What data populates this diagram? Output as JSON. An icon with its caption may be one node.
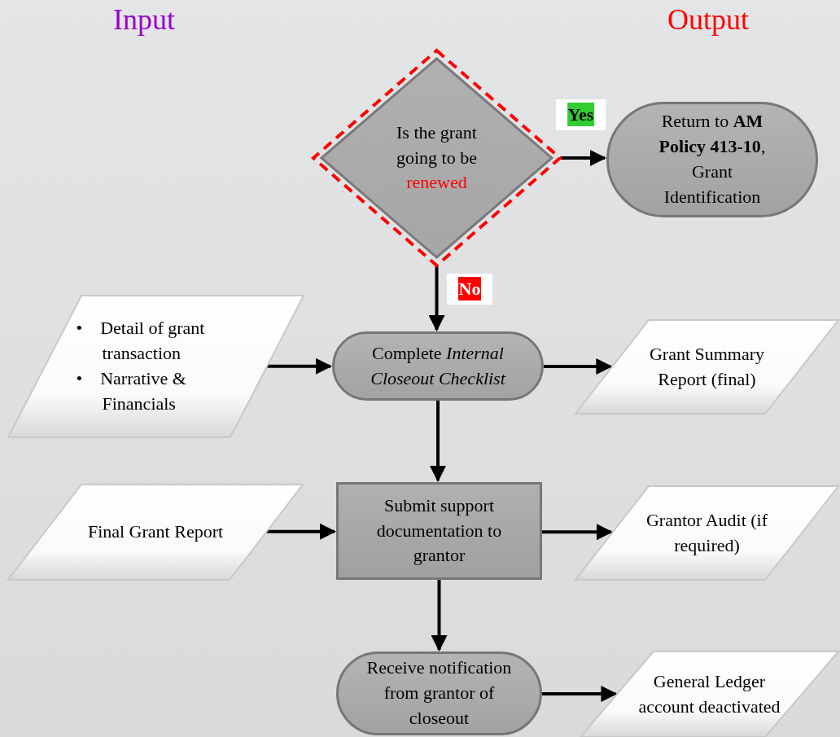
{
  "diagram": {
    "nodes": [
      {
        "text": [
          "Is the grant going to be renewed"
        ]
      },
      {
        "text": [
          "Return to **AM Policy 413-10**, Grant Identification"
        ]
      },
      {
        "text": [
          "• Detail of grant transaction",
          "• Narrative & Financials"
        ]
      },
      {
        "text": [
          "Complete *Internal Closeout Checklist*"
        ]
      },
      {
        "text": [
          "Grant Summary Report (final)"
        ]
      },
      {
        "text": [
          "Final Grant Report"
        ]
      },
      {
        "text": [
          "Submit support documentation to grantor"
        ]
      },
      {
        "text": [
          "Grantor Audit (if required)"
        ]
      },
      {
        "text": [
          "Receive notification from grantor of closeout"
        ]
      },
      {
        "text": [
          "General Ledger account deactivated"
        ]
      }
    ],
    "edges": [
      {
        "from": 0,
        "to": 1,
        "arrow": "to",
        "label": "Yes"
      },
      {
        "from": 0,
        "to": 3,
        "arrow": "to",
        "label": "No"
      },
      {
        "from": 2,
        "to": 3,
        "arrow": "to"
      },
      {
        "from": 3,
        "to": 4,
        "arrow": "to"
      },
      {
        "from": 3,
        "to": 6,
        "arrow": "to"
      },
      {
        "from": 5,
        "to": 6,
        "arrow": "to"
      },
      {
        "from": 6,
        "to": 7,
        "arrow": "to"
      },
      {
        "from": 6,
        "to": 8,
        "arrow": "to"
      },
      {
        "from": 8,
        "to": 9,
        "arrow": "to"
      }
    ],
    "labels": [
      "Input",
      "Output"
    ]
  }
}
